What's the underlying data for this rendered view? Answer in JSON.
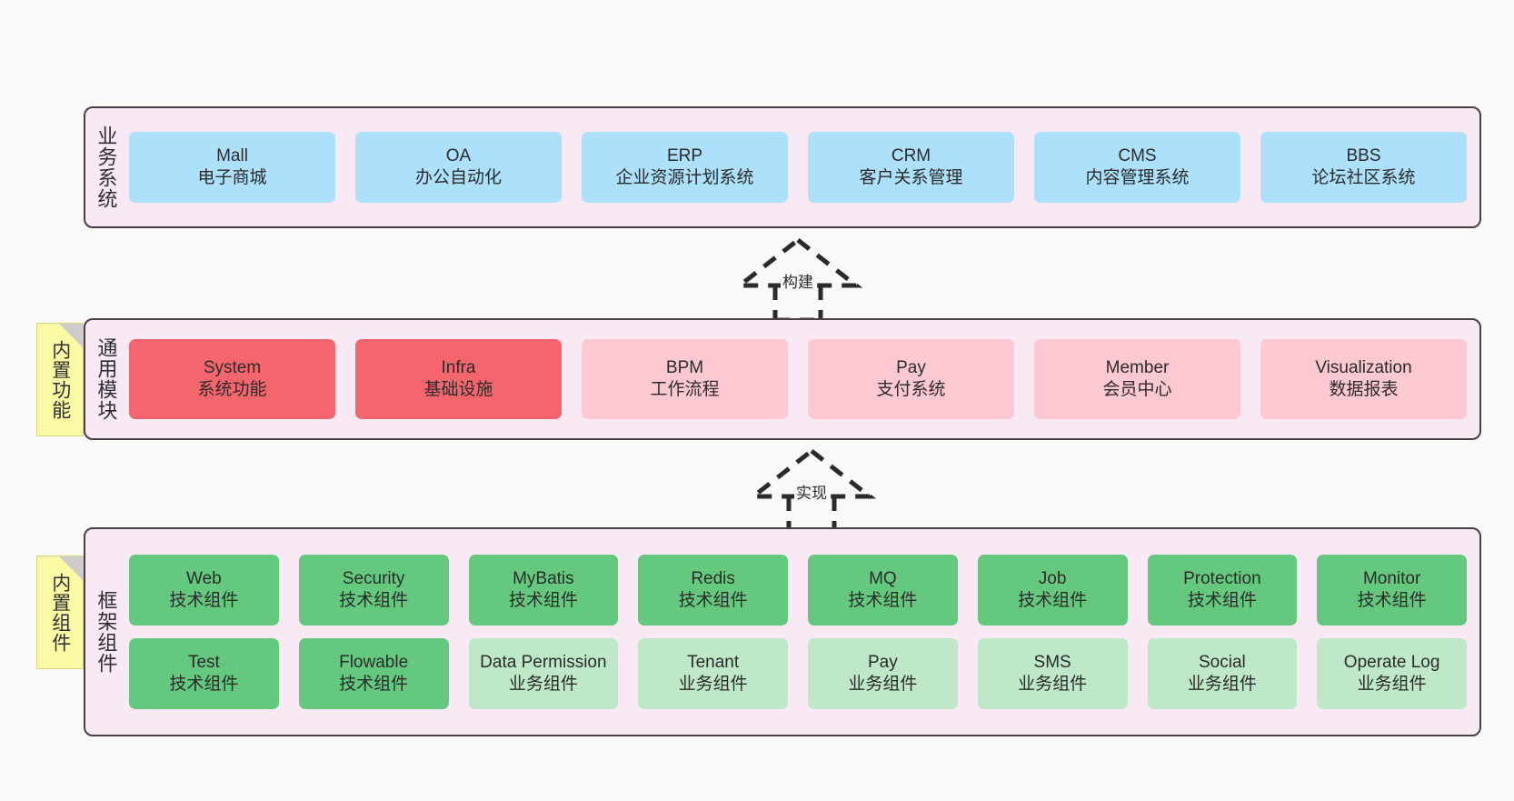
{
  "diagram": {
    "background_color": "#f9f9f7",
    "panel_color": "#f8e9f4",
    "panel_border_color": "#4a3f47",
    "sticky_color": "#fbf9a6"
  },
  "layers": [
    {
      "id": "business-systems",
      "title": "业务系统",
      "accent": "#ace0fb",
      "rows": [
        {
          "nodes": [
            {
              "en": "Mall",
              "cn": "电子商城",
              "style": "blue"
            },
            {
              "en": "OA",
              "cn": "办公自动化",
              "style": "blue"
            },
            {
              "en": "ERP",
              "cn": "企业资源计划系统",
              "style": "blue"
            },
            {
              "en": "CRM",
              "cn": "客户关系管理",
              "style": "blue"
            },
            {
              "en": "CMS",
              "cn": "内容管理系统",
              "style": "blue"
            },
            {
              "en": "BBS",
              "cn": "论坛社区系统",
              "style": "blue"
            }
          ]
        }
      ]
    },
    {
      "id": "common-modules",
      "title": "通用模块",
      "accent": "#f4666e",
      "sticky": "内置功能",
      "rows": [
        {
          "nodes": [
            {
              "en": "System",
              "cn": "系统功能",
              "style": "red"
            },
            {
              "en": "Infra",
              "cn": "基础设施",
              "style": "red"
            },
            {
              "en": "BPM",
              "cn": "工作流程",
              "style": "pink"
            },
            {
              "en": "Pay",
              "cn": "支付系统",
              "style": "pink"
            },
            {
              "en": "Member",
              "cn": "会员中心",
              "style": "pink"
            },
            {
              "en": "Visualization",
              "cn": "数据报表",
              "style": "pink"
            }
          ]
        }
      ]
    },
    {
      "id": "framework-components",
      "title": "框架组件",
      "accent": "#64c97e",
      "sticky": "内置组件",
      "rows": [
        {
          "nodes": [
            {
              "en": "Web",
              "cn": "技术组件",
              "style": "green"
            },
            {
              "en": "Security",
              "cn": "技术组件",
              "style": "green"
            },
            {
              "en": "MyBatis",
              "cn": "技术组件",
              "style": "green"
            },
            {
              "en": "Redis",
              "cn": "技术组件",
              "style": "green"
            },
            {
              "en": "MQ",
              "cn": "技术组件",
              "style": "green"
            },
            {
              "en": "Job",
              "cn": "技术组件",
              "style": "green"
            },
            {
              "en": "Protection",
              "cn": "技术组件",
              "style": "green"
            },
            {
              "en": "Monitor",
              "cn": "技术组件",
              "style": "green"
            }
          ]
        },
        {
          "nodes": [
            {
              "en": "Test",
              "cn": "技术组件",
              "style": "green"
            },
            {
              "en": "Flowable",
              "cn": "技术组件",
              "style": "green"
            },
            {
              "en": "Data Permission",
              "cn": "业务组件",
              "style": "greenlight"
            },
            {
              "en": "Tenant",
              "cn": "业务组件",
              "style": "greenlight"
            },
            {
              "en": "Pay",
              "cn": "业务组件",
              "style": "greenlight"
            },
            {
              "en": "SMS",
              "cn": "业务组件",
              "style": "greenlight"
            },
            {
              "en": "Social",
              "cn": "业务组件",
              "style": "greenlight"
            },
            {
              "en": "Operate Log",
              "cn": "业务组件",
              "style": "greenlight"
            }
          ]
        }
      ]
    }
  ],
  "connectors": [
    {
      "id": "build",
      "label": "构建",
      "from": "common-modules",
      "to": "business-systems"
    },
    {
      "id": "implement",
      "label": "实现",
      "from": "framework-components",
      "to": "common-modules"
    }
  ]
}
